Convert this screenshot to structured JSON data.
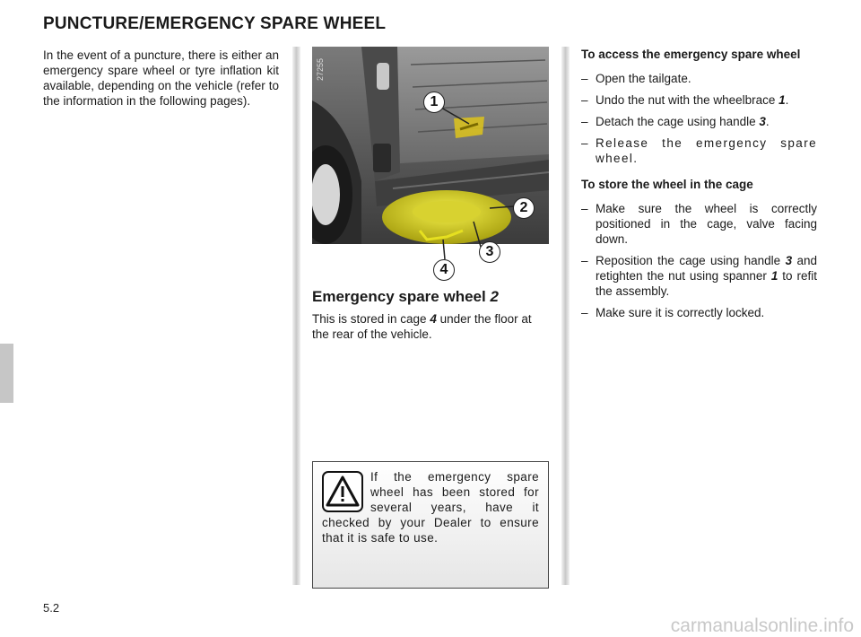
{
  "page": {
    "title": "PUNCTURE/EMERGENCY SPARE WHEEL",
    "page_number": "5.2",
    "watermark": "carmanualsonline.info"
  },
  "intro": {
    "text": "In the event of a puncture, there is either an emergency spare wheel or tyre inflation kit available, depending on the vehicle (refer to the information in the following pages)."
  },
  "figure": {
    "code": "27255",
    "callouts": [
      "1",
      "2",
      "3",
      "4"
    ]
  },
  "middle": {
    "heading_text": "Emergency spare wheel ",
    "heading_ref": "2",
    "body_before": "This is stored in cage ",
    "body_ref": "4",
    "body_after": " under the floor at the rear of the vehicle."
  },
  "warning": {
    "icon": "warning-triangle-icon",
    "text": "If the emergency spare wheel has been stored for several years, have it checked by your Dealer to ensure that it is safe to use."
  },
  "access": {
    "title": "To access the emergency spare wheel",
    "steps": [
      {
        "dash": "–",
        "before": "Open the tailgate.",
        "ref": "",
        "after": ""
      },
      {
        "dash": "–",
        "before": "Undo the nut with the wheelbrace ",
        "ref": "1",
        "after": "."
      },
      {
        "dash": "–",
        "before": "Detach the cage using handle ",
        "ref": "3",
        "after": "."
      },
      {
        "dash": "–",
        "before": "Release the emergency spare wheel.",
        "ref": "",
        "after": ""
      }
    ]
  },
  "store": {
    "title": "To store the wheel in the cage",
    "steps": [
      {
        "dash": "–",
        "before": "Make sure the wheel is correctly positioned in the cage, valve facing down.",
        "ref": "",
        "after": ""
      },
      {
        "dash": "–",
        "before": "Reposition the cage using handle ",
        "ref": "3",
        "after": " and retighten the nut using spanner "
      },
      {
        "dash": "–",
        "before": "Make sure it is correctly locked.",
        "ref": "",
        "after": ""
      }
    ],
    "step2_ref2": "1",
    "step2_tail": " to refit the assembly."
  }
}
